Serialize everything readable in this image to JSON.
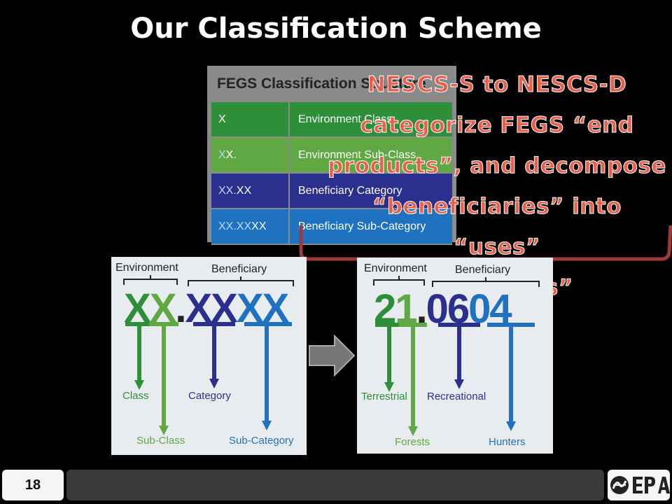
{
  "slide": {
    "title": "Our Classification Scheme",
    "page_number": "18"
  },
  "fegs_table": {
    "title": "FEGS Classification Structure",
    "rows": [
      {
        "code_a": "X",
        "code_b": "",
        "label": "Environment Class"
      },
      {
        "code_a": "X",
        "code_b": "X.",
        "label": "Environment Sub-Class"
      },
      {
        "code_a": "XX.",
        "code_b": "XX",
        "label": "Beneficiary Category"
      },
      {
        "code_a": "XX.XX",
        "code_b": "XX",
        "label": "Beneficiary Sub-Category"
      }
    ]
  },
  "callout": {
    "lines": [
      "NESCS-S to NESCS-D",
      "categorize FEGS “end",
      "products”, and decompose",
      "“beneficiaries” into “uses”",
      "and “users”"
    ],
    "color": "#e8604c"
  },
  "generic_code": {
    "environment_label": "Environment",
    "beneficiary_label": "Beneficiary",
    "env_part_1": "X",
    "env_part_2": "X",
    "separator": ".",
    "ben_part_1": "XX",
    "ben_part_2": "XX",
    "captions": {
      "class": "Class",
      "sub_class": "Sub-Class",
      "category": "Category",
      "sub_category": "Sub-Category"
    }
  },
  "example_code": {
    "environment_label": "Environment",
    "beneficiary_label": "Beneficiary",
    "env_part_1": "2",
    "env_part_2": "1",
    "separator": ".",
    "ben_part_1": "06",
    "ben_part_2": "04",
    "captions": {
      "class": "Terrestrial",
      "sub_class": "Forests",
      "category": "Recreational",
      "sub_category": "Hunters"
    }
  },
  "colors": {
    "class": "#2e8f3a",
    "sub_class": "#5fa843",
    "category": "#2b2f8e",
    "sub_category": "#1f72c0",
    "brace": "#9c3a3a"
  },
  "icons": {
    "arrow": "right-arrow-icon",
    "logo": "epa-logo"
  }
}
